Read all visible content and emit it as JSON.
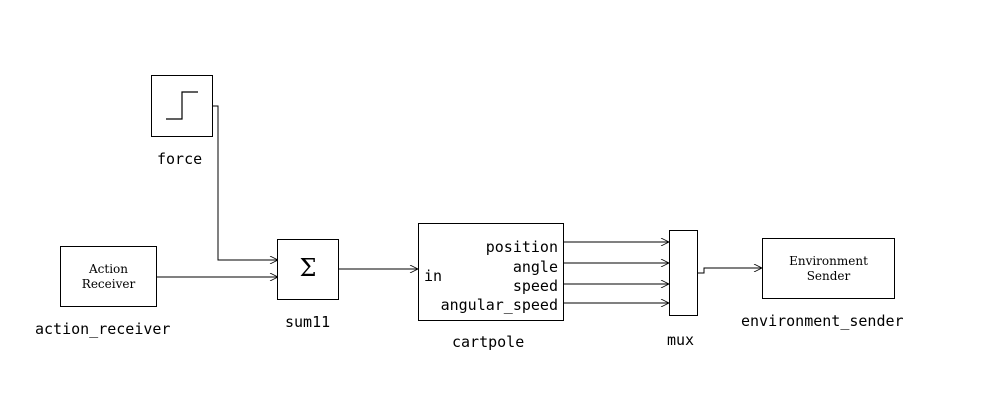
{
  "blocks": {
    "force": {
      "name": "force",
      "icon": "step-icon"
    },
    "action_receiver": {
      "name": "action_receiver",
      "text_line1": "Action",
      "text_line2": "Receiver"
    },
    "sum": {
      "name": "sum11",
      "symbol": "Σ"
    },
    "cartpole": {
      "name": "cartpole",
      "input_port": "in",
      "output_ports": [
        "position",
        "angle",
        "speed",
        "angular_speed"
      ]
    },
    "mux": {
      "name": "mux"
    },
    "environment_sender": {
      "name": "environment_sender",
      "text_line1": "Environment",
      "text_line2": "Sender"
    }
  }
}
